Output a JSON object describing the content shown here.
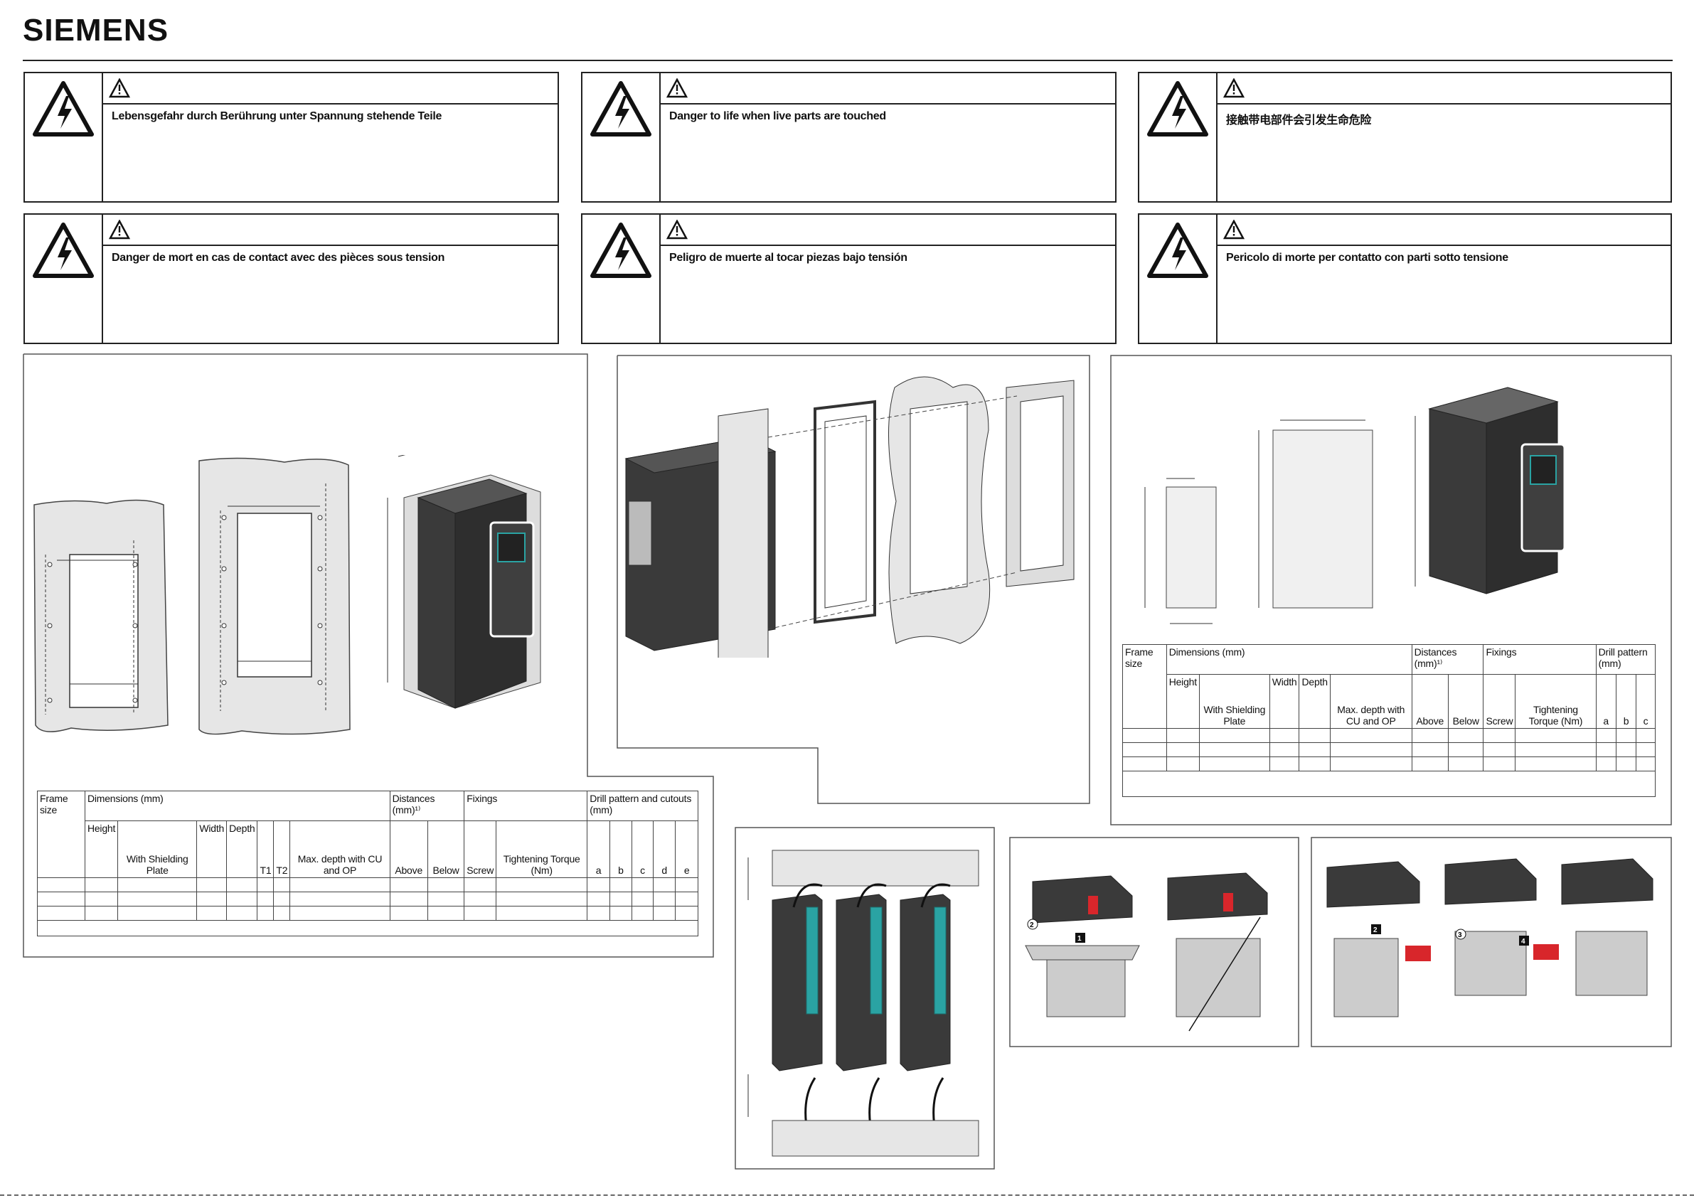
{
  "brand": {
    "logo": "SIEMENS"
  },
  "warnings": [
    {
      "text": "Lebensgefahr durch Berührung unter Spannung stehende Teile"
    },
    {
      "text": "Danger to life when live parts are touched"
    },
    {
      "text": "接触带电部件会引发生命危险"
    },
    {
      "text": "Danger de mort en cas de contact avec des pièces sous tension"
    },
    {
      "text": "Peligro de muerte al tocar piezas bajo tensión"
    },
    {
      "text": "Pericolo di morte per contatto con parti sotto tensione"
    }
  ],
  "table1": {
    "frame_size": "Frame size",
    "dimensions": "Dimensions (mm)",
    "distances": "Distances (mm)¹⁾",
    "fixings": "Fixings",
    "drill": "Drill pattern and cutouts (mm)",
    "height": "Height",
    "with_shielding": "With Shielding Plate",
    "width": "Width",
    "depth": "Depth",
    "t1": "T1",
    "t2": "T2",
    "max_depth": "Max. depth with CU and OP",
    "above": "Above",
    "below": "Below",
    "screw": "Screw",
    "torque": "Tightening Torque (Nm)",
    "a": "a",
    "b": "b",
    "c": "c",
    "d": "d",
    "e": "e"
  },
  "table2": {
    "frame_size": "Frame size",
    "dimensions": "Dimensions (mm)",
    "distances": "Distances (mm)¹⁾",
    "fixings": "Fixings",
    "drill": "Drill pattern (mm)",
    "height": "Height",
    "with_shielding": "With Shielding Plate",
    "width": "Width",
    "depth": "Depth",
    "max_depth": "Max. depth with CU and OP",
    "above": "Above",
    "below": "Below",
    "screw": "Screw",
    "torque": "Tightening Torque (Nm)",
    "a": "a",
    "b": "b",
    "c": "c"
  },
  "callouts": {
    "n1": "1",
    "n2": "2",
    "n3": "3",
    "n4": "4"
  },
  "colors": {
    "line": "#222222",
    "device": "#3a3a3a",
    "panel_fill": "#e6e6e6",
    "accent_red": "#d8262b",
    "accent_teal": "#2aa3a3"
  }
}
